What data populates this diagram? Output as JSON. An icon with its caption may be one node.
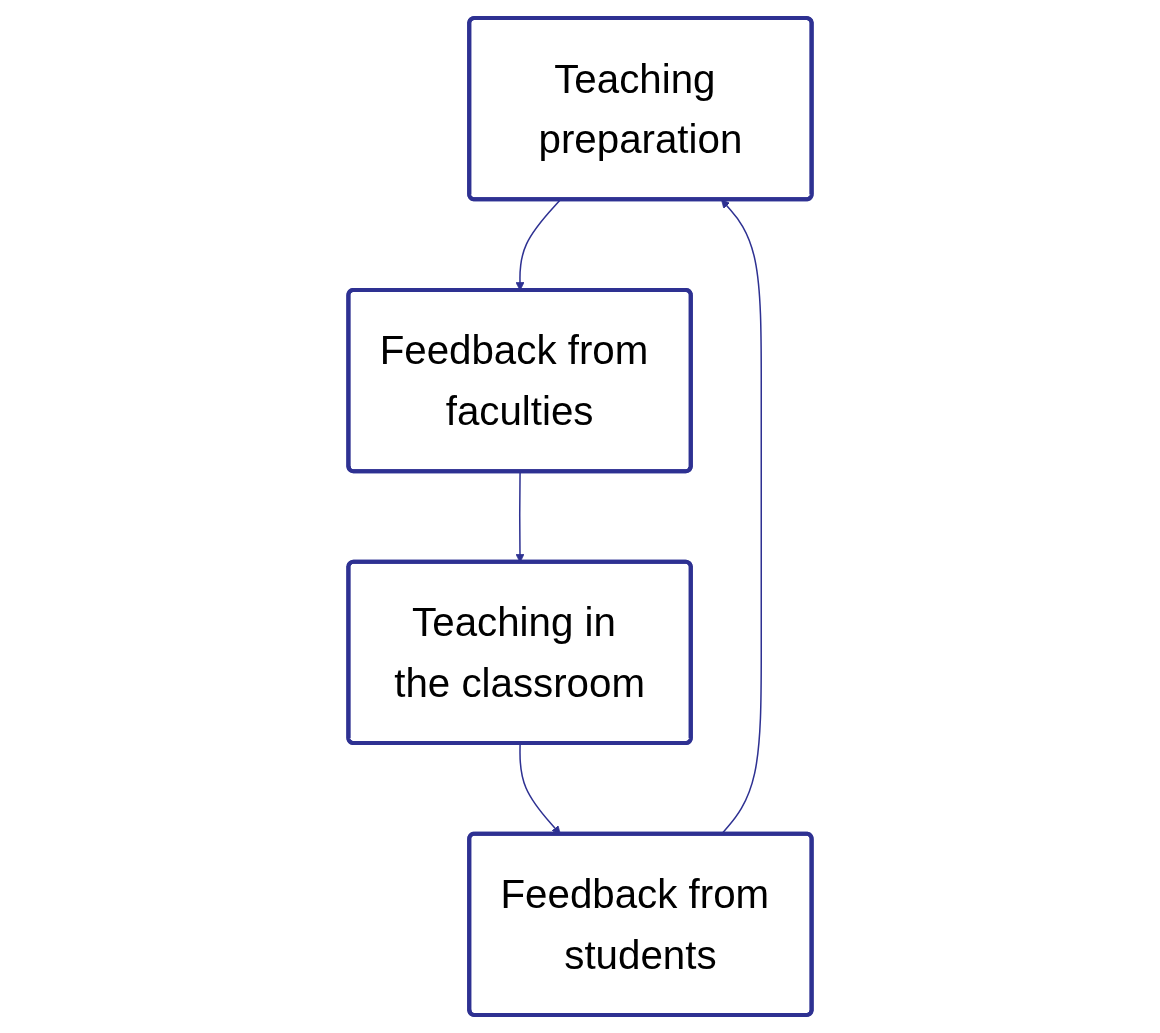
{
  "diagram": {
    "nodes": [
      {
        "text": [
          "Teaching preparation"
        ]
      },
      {
        "text": [
          "Feedback from students"
        ]
      },
      {
        "text": [
          "Feedback from faculties"
        ]
      },
      {
        "text": [
          "Teaching in the classroom"
        ]
      }
    ],
    "edges": [
      {
        "from": 0,
        "to": 2,
        "arrow": "to"
      },
      {
        "from": 2,
        "to": 3,
        "arrow": "to"
      },
      {
        "from": 3,
        "to": 1,
        "arrow": "to"
      },
      {
        "from": 1,
        "to": 0,
        "arrow": "to"
      }
    ]
  }
}
